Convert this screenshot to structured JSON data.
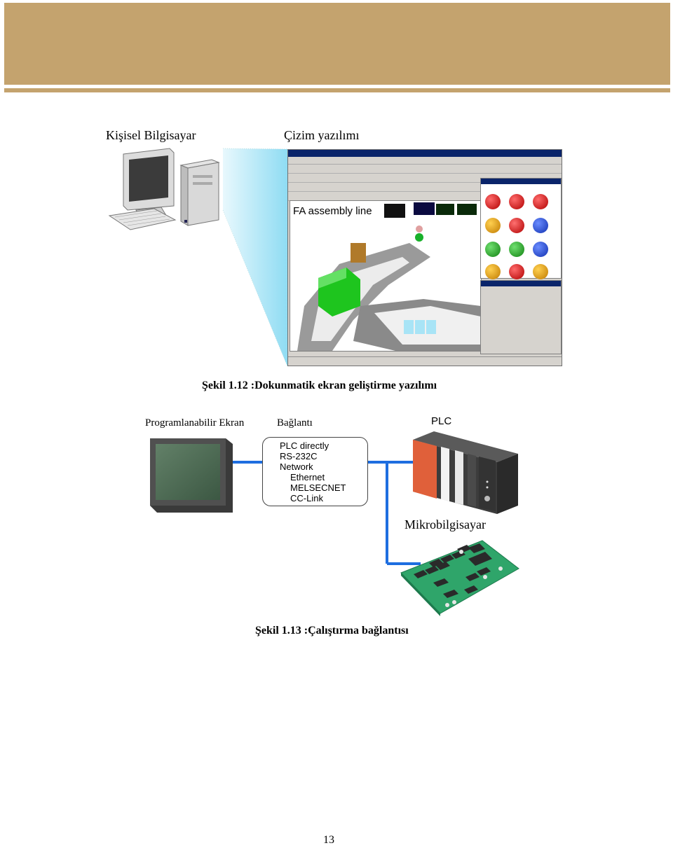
{
  "colors": {
    "header": "#c4a36e",
    "link": "#1e6ee0",
    "beam": "#9fe3f5"
  },
  "figure_12": {
    "label_pc": "Kişisel Bilgisayar",
    "label_software": "Çizim yazılımı",
    "software_canvas_label": "FA assembly line",
    "caption": "Şekil 1.12 :Dokunmatik ekran geliştirme yazılımı"
  },
  "figure_13": {
    "label_panel": "Programlanabilir Ekran",
    "label_connection": "Bağlantı",
    "label_plc": "PLC",
    "label_micro": "Mikrobilgisayar",
    "connection_options": [
      "PLC directly",
      "RS-232C",
      "Network",
      "Ethernet",
      "MELSECNET",
      "CC-Link"
    ],
    "caption": "Şekil 1.13 :Çalıştırma bağlantısı"
  },
  "page_number": "13"
}
